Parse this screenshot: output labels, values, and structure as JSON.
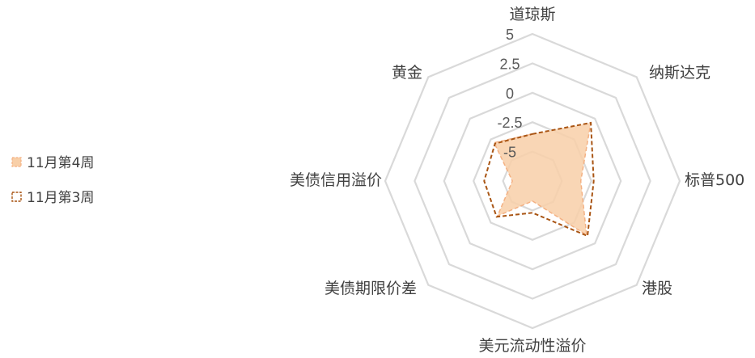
{
  "chart_data": {
    "type": "radar",
    "categories": [
      "道琼斯",
      "纳斯达克",
      "标普500",
      "港股",
      "美元流动性溢价",
      "美债期限价差",
      "美债信用溢价",
      "黄金"
    ],
    "r_ticks": [
      "5",
      "2.5",
      "0",
      "-2.5",
      "-5"
    ],
    "rlim": [
      -7.5,
      5
    ],
    "series": [
      {
        "name": "11月第4周",
        "values": [
          -3.5,
          -0.5,
          -3.4,
          -1.0,
          -5.8,
          -3.3,
          -5.8,
          -2.9
        ],
        "fill": "#f8cfa8",
        "stroke": "#f4b183",
        "style": "filled"
      },
      {
        "name": "11月第3周",
        "values": [
          -3.5,
          -0.5,
          -2.3,
          -0.9,
          -4.8,
          -3.2,
          -3.4,
          -3.0
        ],
        "fill": "none",
        "stroke": "#a95514",
        "style": "dashed"
      }
    ],
    "grid_color": "#d9d9d9",
    "legend_position": "left"
  }
}
